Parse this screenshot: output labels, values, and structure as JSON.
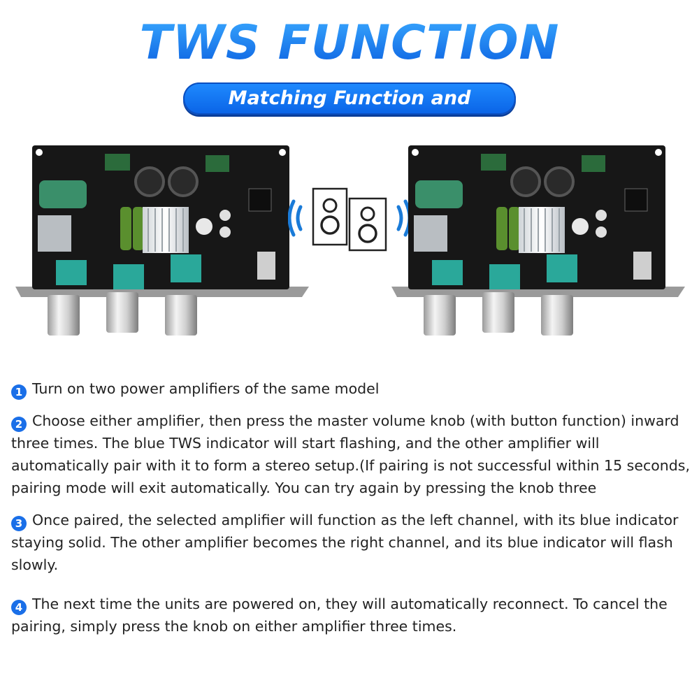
{
  "header": {
    "title": "TWS FUNCTION",
    "subtitle": "Matching Function and Operation"
  },
  "steps": [
    {
      "number": "1",
      "text": "Turn on two power amplifiers of the same model"
    },
    {
      "number": "2",
      "text": "Choose either amplifier, then press the master volume knob (with button function) inward three times. The blue TWS indicator will start flashing, and the other amplifier will automatically pair with it to form a stereo setup.(If pairing is not successful within 15 seconds, pairing mode will exit automatically. You can try again by pressing the knob three"
    },
    {
      "number": "3",
      "text": "Once paired, the selected amplifier will function as the left channel, with its blue indicator staying solid. The other amplifier becomes the right channel, and its blue indicator will flash slowly."
    },
    {
      "number": "4",
      "text": "The next time the units are powered on, they will automatically reconnect. To cancel the pairing, simply press the knob on either amplifier three times."
    }
  ],
  "colors": {
    "accent": "#1a6fe8",
    "title": "#1a8cff",
    "board": "#1b1b1b",
    "knob": "#d9d9d9",
    "teal_pot": "#2aa89a"
  },
  "icons": [
    "amplifier-board-image",
    "speaker-pair-icon",
    "wireless-signal-icon"
  ]
}
